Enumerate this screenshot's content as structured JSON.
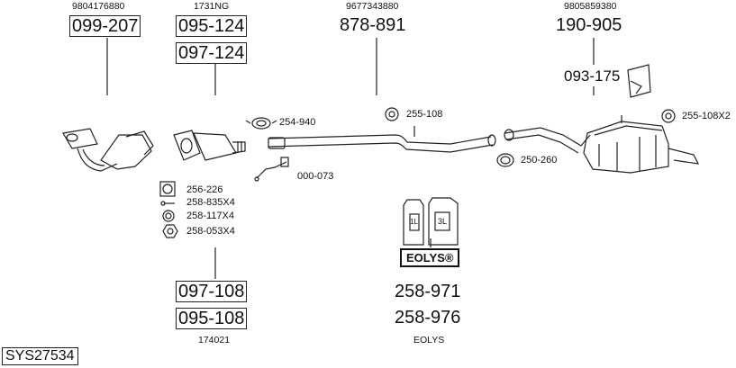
{
  "top_refs": {
    "a": "9804176880",
    "b": "1731NG",
    "c": "9677343880",
    "d": "9805859380"
  },
  "parts": {
    "p099_207": "099-207",
    "p095_124": "095-124",
    "p097_124": "097-124",
    "p878_891": "878-891",
    "p190_905": "190-905",
    "p093_175": "093-175",
    "p254_940": "254-940",
    "p255_108": "255-108",
    "p255_108x2": "255-108X2",
    "p000_073": "000-073",
    "p250_260": "250-260",
    "p256_226": "256-226",
    "p258_835x4": "258-835X4",
    "p258_117x4": "258-117X4",
    "p258_053x4": "258-053X4",
    "p097_108": "097-108",
    "p095_108": "095-108",
    "p258_971": "258-971",
    "p258_976": "258-976"
  },
  "bottom_refs": {
    "left": "174021",
    "mid": "EOLYS"
  },
  "eolys_label": "EOLYS®",
  "can_labels": {
    "small": "1L",
    "large": "3L"
  },
  "sys_code": "SYS27534"
}
